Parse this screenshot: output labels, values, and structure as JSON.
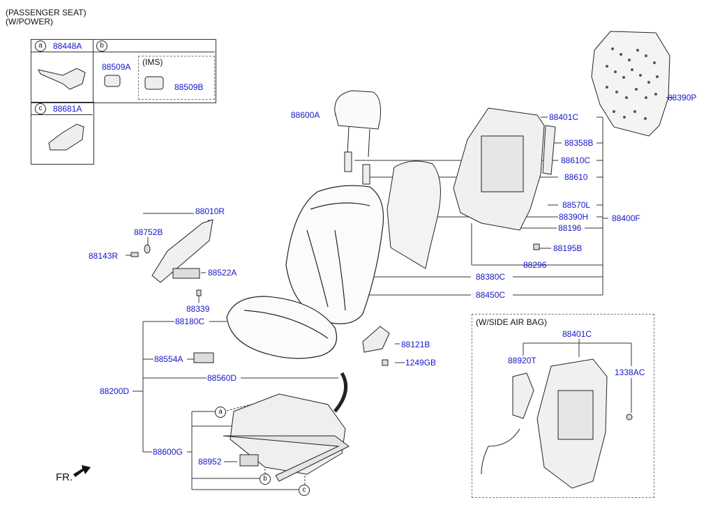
{
  "header": {
    "line1": "(PASSENGER SEAT)",
    "line2": "(W/POWER)"
  },
  "legend": {
    "a": {
      "marker": "a",
      "part": "88448A"
    },
    "b": {
      "marker": "b",
      "part1": "88509A",
      "ims_label": "(IMS)",
      "part2": "88509B"
    },
    "c": {
      "marker": "c",
      "part": "88681A"
    }
  },
  "parts": {
    "p88390P": "88390P",
    "p88600A": "88600A",
    "p88401C": "88401C",
    "p88358B": "88358B",
    "p88610C": "88610C",
    "p88610": "88610",
    "p88570L": "88570L",
    "p88390H": "88390H",
    "p88400F": "88400F",
    "p88196": "88196",
    "p88195B": "88195B",
    "p88296": "88296",
    "p88380C": "88380C",
    "p88450C": "88450C",
    "p88010R": "88010R",
    "p88752B": "88752B",
    "p88143R": "88143R",
    "p88522A": "88522A",
    "p88339": "88339",
    "p88180C": "88180C",
    "p88554A": "88554A",
    "p88560D": "88560D",
    "p88200D": "88200D",
    "p88600G": "88600G",
    "p88952": "88952",
    "p88121B": "88121B",
    "p1249GB": "1249GB"
  },
  "callouts": {
    "a": "a",
    "b": "b",
    "c": "c"
  },
  "airbag": {
    "title": "(W/SIDE AIR BAG)",
    "p88401C": "88401C",
    "p88920T": "88920T",
    "p1338AC": "1338AC"
  },
  "front_label": "FR."
}
